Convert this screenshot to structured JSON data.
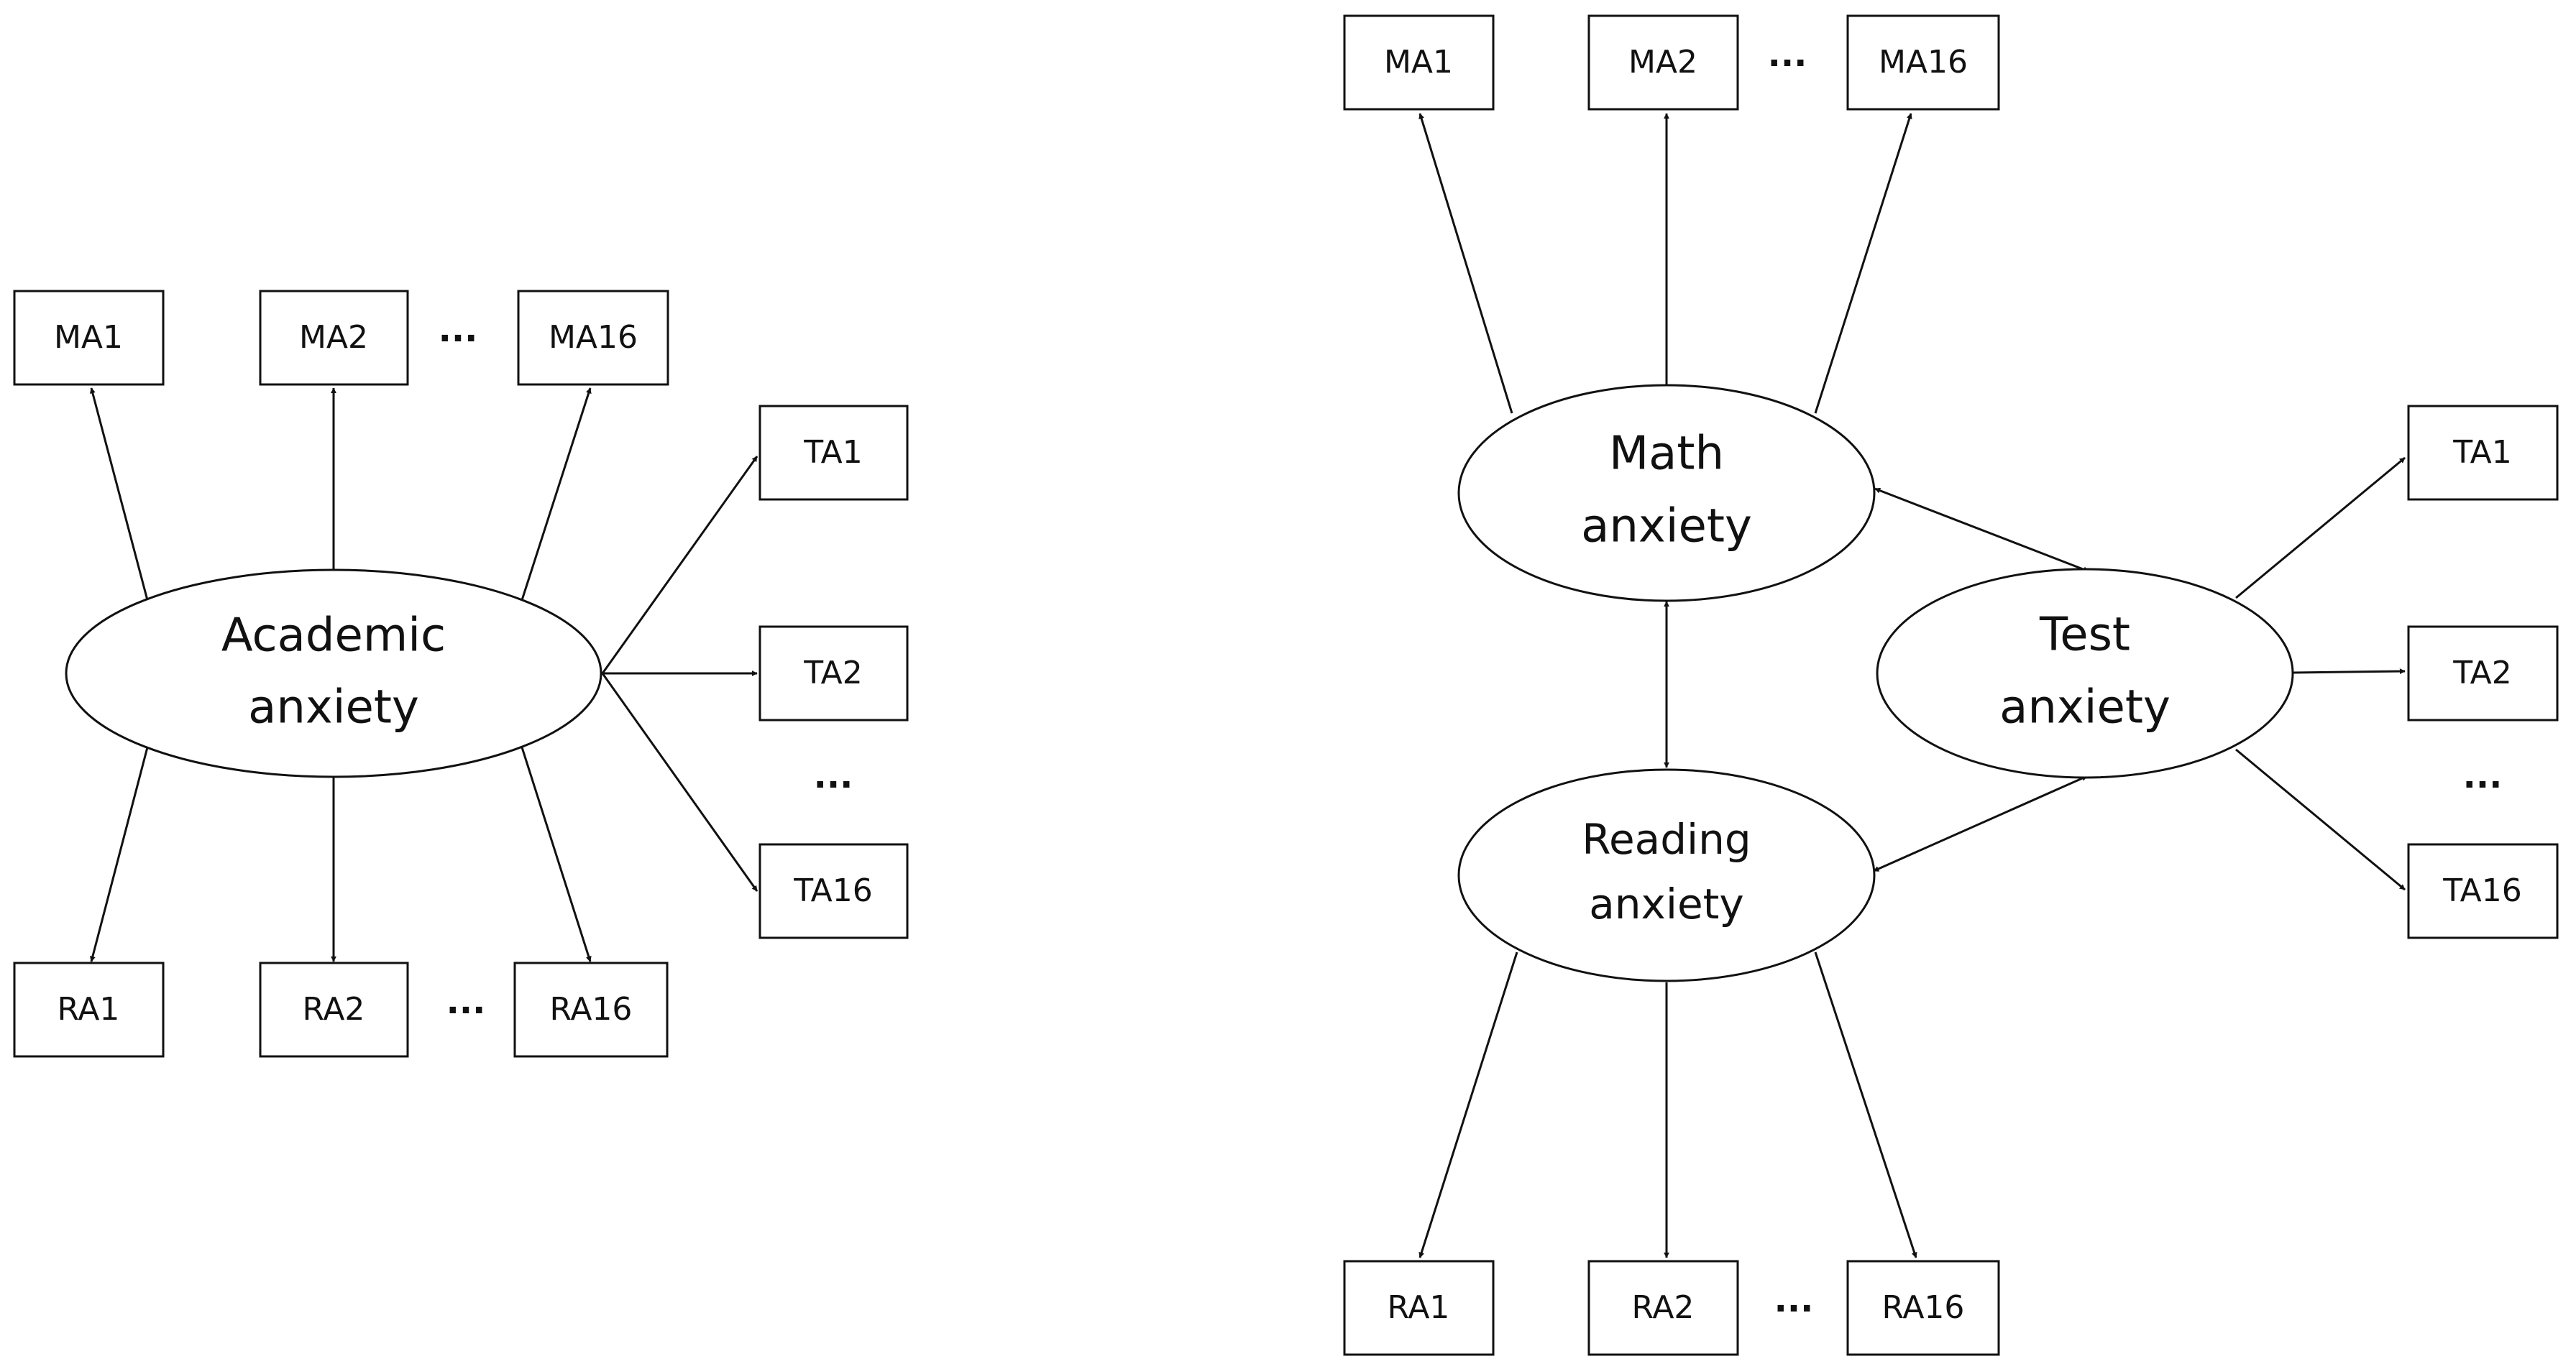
{
  "left_model": {
    "latent": {
      "line1": "Academic",
      "line2": "anxiety"
    },
    "ma_items": [
      "MA1",
      "MA2",
      "MA16"
    ],
    "ta_items": [
      "TA1",
      "TA2",
      "TA16"
    ],
    "ra_items": [
      "RA1",
      "RA2",
      "RA16"
    ],
    "ellipsis": "..."
  },
  "right_model": {
    "math_latent": {
      "line1": "Math",
      "line2": "anxiety"
    },
    "test_latent": {
      "line1": "Test",
      "line2": "anxiety"
    },
    "reading_latent": {
      "line1": "Reading",
      "line2": "anxiety"
    },
    "ma_items": [
      "MA1",
      "MA2",
      "MA16"
    ],
    "ta_items": [
      "TA1",
      "TA2",
      "TA16"
    ],
    "ra_items": [
      "RA1",
      "RA2",
      "RA16"
    ],
    "ellipsis": "..."
  }
}
